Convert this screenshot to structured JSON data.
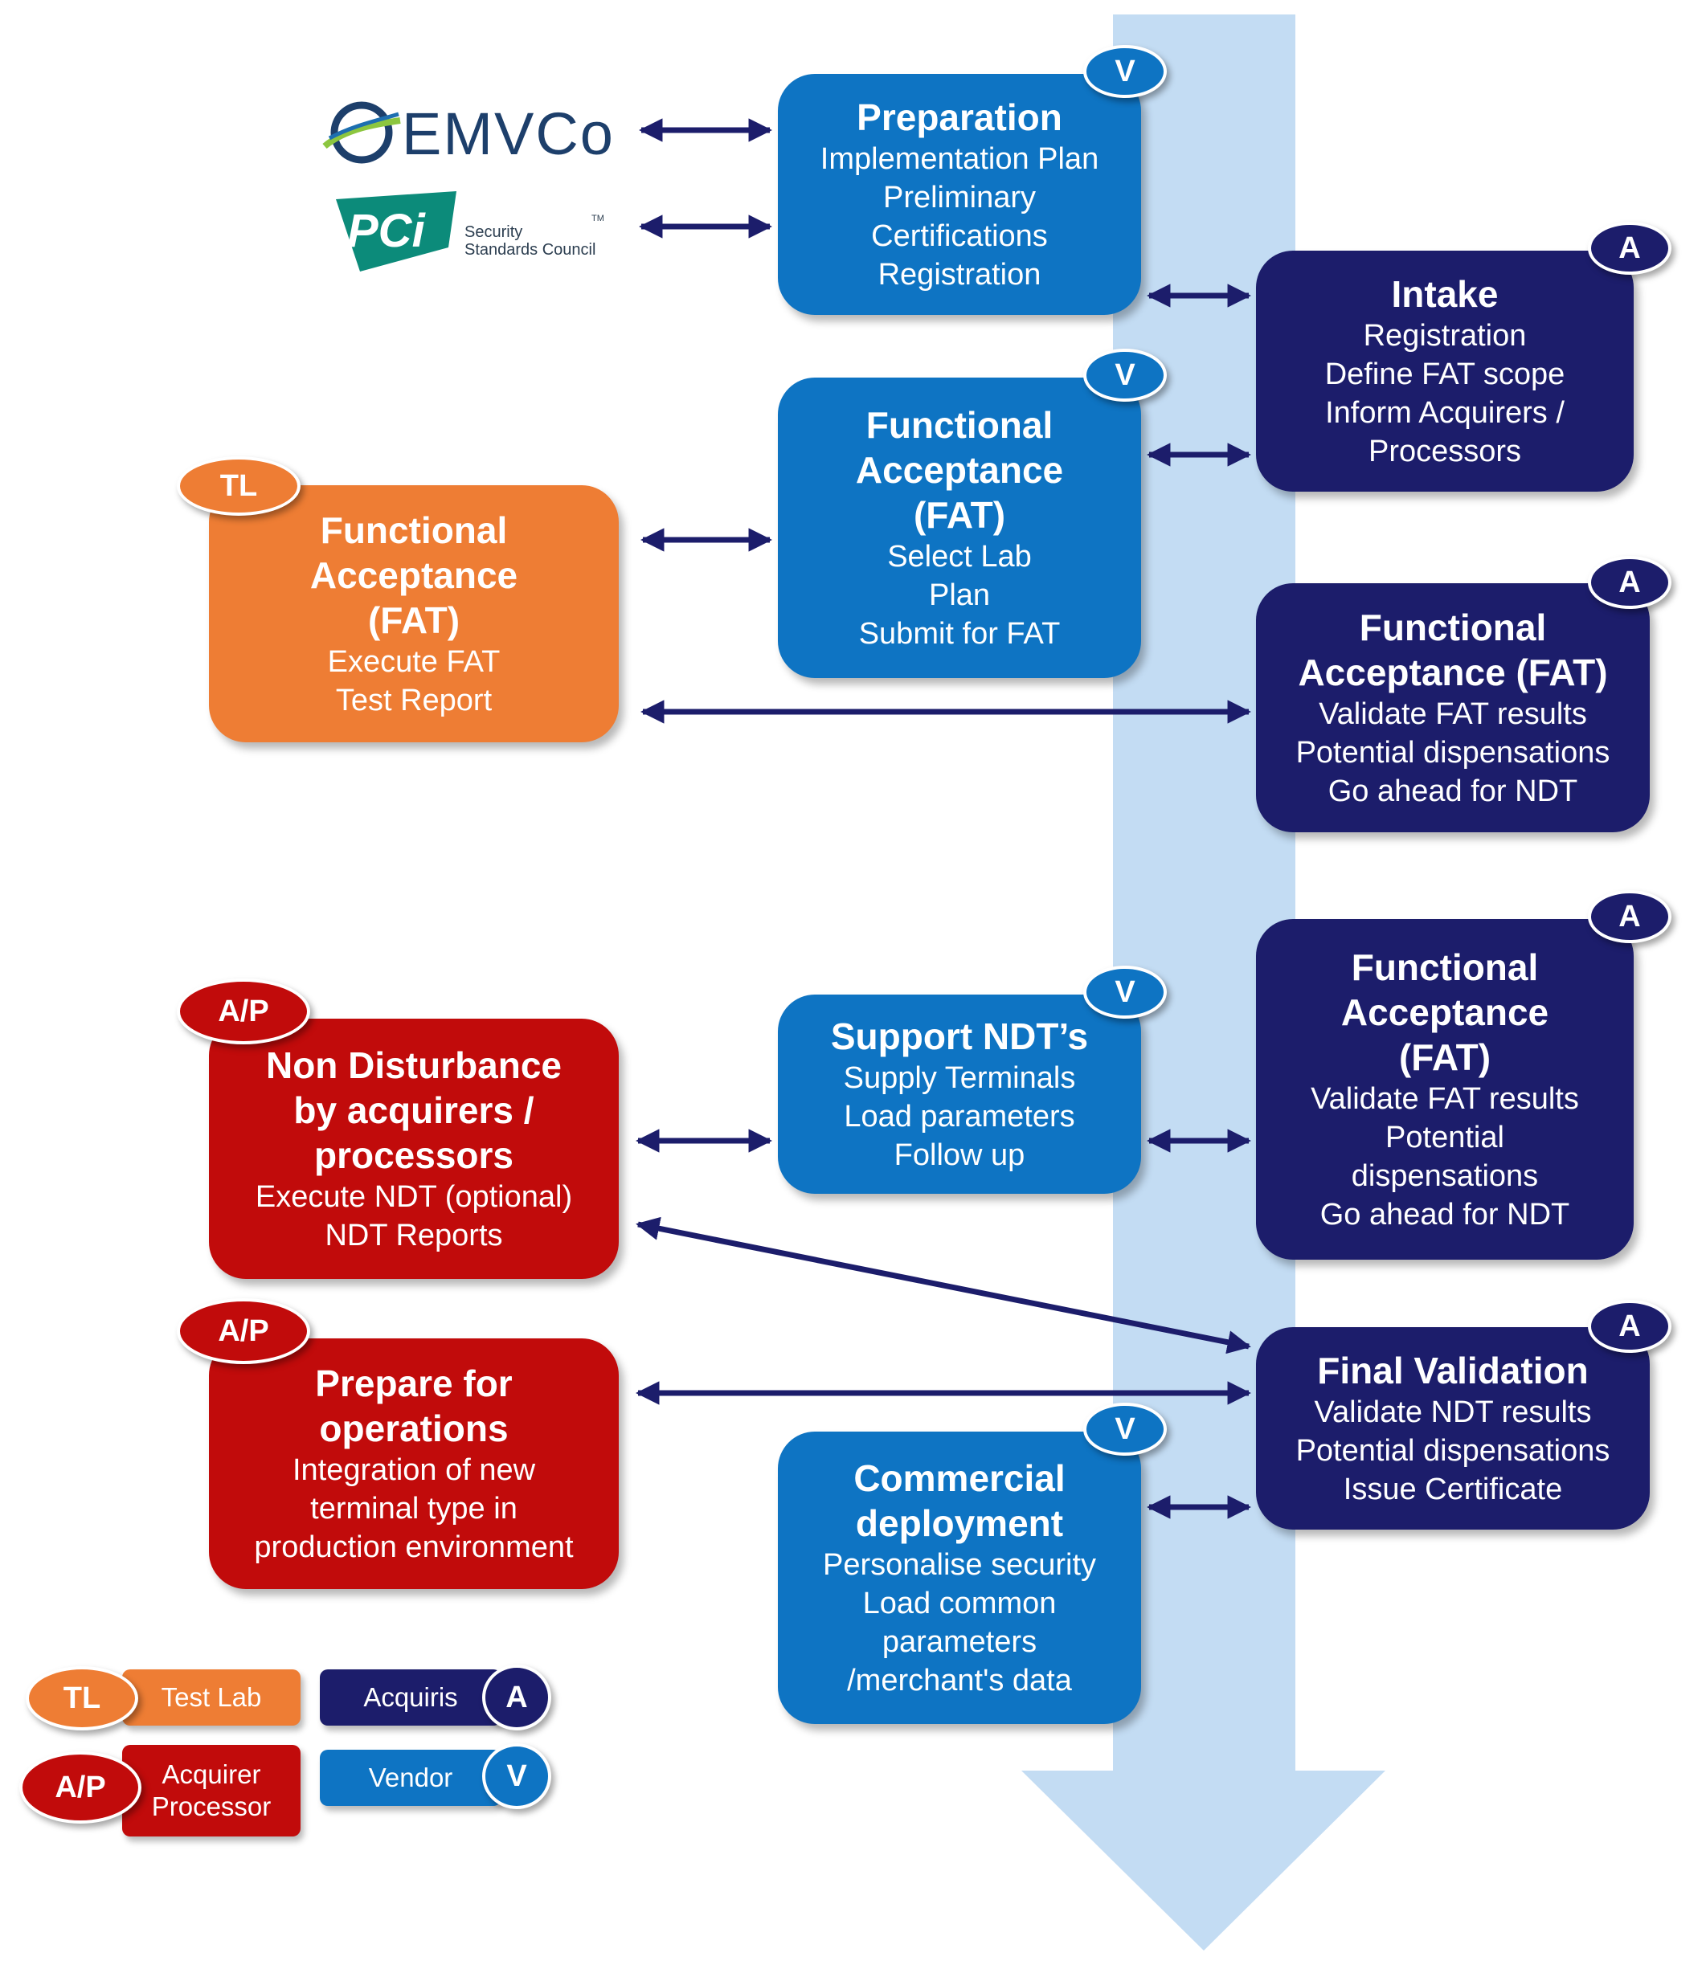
{
  "colors": {
    "vendor": "#0e74c3",
    "acquiris": "#1c1d6b",
    "test_lab": "#ee7d34",
    "acquirer_processor": "#c10b0b",
    "flow_arrow": "#c3dcf3",
    "connector": "#1c1d6b"
  },
  "logos": {
    "emvco": {
      "text": "EMVCo"
    },
    "pci": {
      "mark": "PCi",
      "line1": "Security",
      "line2": "Standards Council",
      "tm": "TM"
    }
  },
  "boxes": {
    "preparation": {
      "badge": "V",
      "title": "Preparation",
      "lines": [
        "Implementation Plan",
        "Preliminary",
        "Certifications",
        "Registration"
      ]
    },
    "intake": {
      "badge": "A",
      "title": "Intake",
      "lines": [
        "Registration",
        "Define FAT scope",
        "Inform Acquirers /",
        "Processors"
      ]
    },
    "fat_vendor": {
      "badge": "V",
      "title": "Functional\nAcceptance\n(FAT)",
      "lines": [
        "Select Lab",
        "Plan",
        "Submit for FAT"
      ]
    },
    "fat_lab": {
      "badge": "TL",
      "title": "Functional\nAcceptance\n(FAT)",
      "lines": [
        "Execute FAT",
        "Test Report"
      ]
    },
    "fat_acq1": {
      "badge": "A",
      "title": "Functional\nAcceptance  (FAT)",
      "lines": [
        "Validate FAT results",
        "Potential dispensations",
        "Go ahead for NDT"
      ]
    },
    "fat_acq2": {
      "badge": "A",
      "title": "Functional\nAcceptance\n(FAT)",
      "lines": [
        "Validate FAT results",
        "Potential",
        "dispensations",
        "Go ahead for NDT"
      ]
    },
    "ndt": {
      "badge": "A/P",
      "title": "Non Disturbance\nby acquirers /\nprocessors",
      "lines": [
        "Execute NDT (optional)",
        "NDT Reports"
      ]
    },
    "support_ndt": {
      "badge": "V",
      "title": "Support NDT’s",
      "lines": [
        "Supply Terminals",
        "Load parameters",
        "Follow up"
      ]
    },
    "final_validation": {
      "badge": "A",
      "title": "Final Validation",
      "lines": [
        "Validate NDT results",
        "Potential dispensations",
        "Issue Certificate"
      ]
    },
    "prepare_ops": {
      "badge": "A/P",
      "title": "Prepare for\noperations",
      "lines": [
        "Integration of new",
        "terminal type in",
        "production environment"
      ]
    },
    "commercial": {
      "badge": "V",
      "title": "Commercial\ndeployment",
      "lines": [
        "Personalise security",
        "Load  common",
        "parameters",
        "/merchant's data"
      ]
    }
  },
  "legend": [
    {
      "badge": "TL",
      "label": "Test Lab"
    },
    {
      "badge": "A",
      "label": "Acquiris"
    },
    {
      "badge": "A/P",
      "label": "Acquirer\nProcessor"
    },
    {
      "badge": "V",
      "label": "Vendor"
    }
  ]
}
